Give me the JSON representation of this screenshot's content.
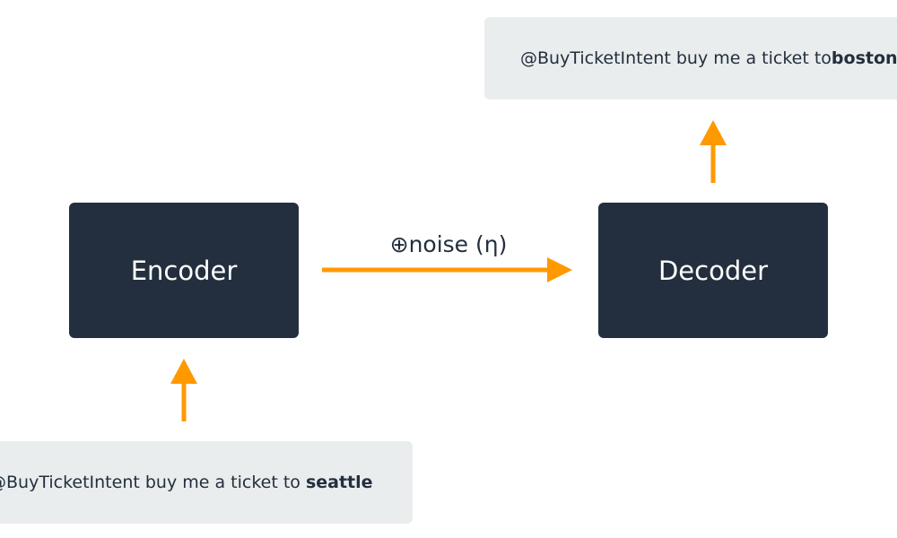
{
  "colors": {
    "block": "#232f3e",
    "block_text": "#ffffff",
    "text_box": "#eaeded",
    "arrow": "#ff9900",
    "text": "#232f3e"
  },
  "output_box": {
    "prefix": "@BuyTicketIntent buy me a ticket to ",
    "bold": "boston"
  },
  "input_box": {
    "prefix": "@BuyTicketIntent buy me a ticket to ",
    "bold": "seattle"
  },
  "encoder": {
    "label": "Encoder"
  },
  "decoder": {
    "label": "Decoder"
  },
  "edge": {
    "label": "⊕noise (η)"
  }
}
